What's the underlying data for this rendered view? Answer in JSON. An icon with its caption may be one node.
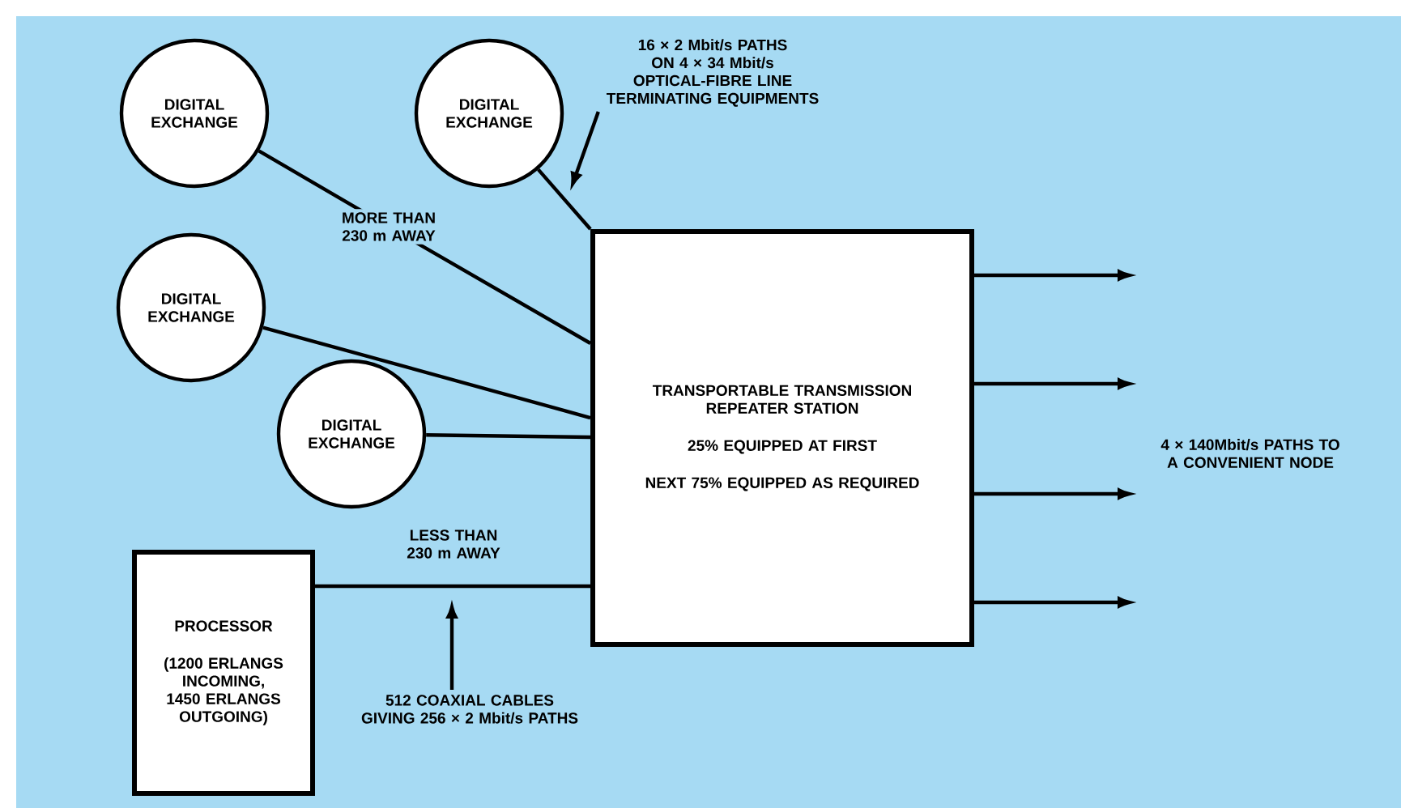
{
  "diagram": {
    "nodes": [
      {
        "text": [
          "DIGITAL EXCHANGE"
        ]
      },
      {
        "text": [
          "DIGITAL EXCHANGE"
        ]
      },
      {
        "text": [
          "DIGITAL EXCHANGE"
        ]
      },
      {
        "text": [
          "DIGITAL EXCHANGE"
        ]
      },
      {
        "text": [
          "TRANSPORTABLE TRANSMISSION REPEATER STATION",
          "25% EQUIPPED AT FIRST",
          "NEXT 75% EQUIPPED AS REQUIRED"
        ]
      },
      {
        "text": [
          "PROCESSOR",
          "(1200 ERLANGS INCOMING, 1450 ERLANGS OUTGOING)"
        ]
      },
      {
        "text": [
          "16 × 2 Mbit/s PATHS ON 4 × 34 Mbit/s OPTICAL-FIBRE LINE TERMINATING EQUIPMENTS"
        ]
      },
      {
        "text": [
          "512 COAXIAL CABLES GIVING 256 × 2 Mbit/s PATHS"
        ]
      }
    ],
    "edges": [
      {
        "from": 0,
        "to": 4,
        "arrow": "none",
        "label": "MORE THAN 230 m AWAY"
      },
      {
        "from": 1,
        "to": 4,
        "arrow": "none"
      },
      {
        "from": 2,
        "to": 4,
        "arrow": "none"
      },
      {
        "from": 3,
        "to": 4,
        "arrow": "none"
      },
      {
        "from": 5,
        "to": 4,
        "arrow": "none",
        "label": "LESS THAN 230 m AWAY"
      },
      {
        "from": 6,
        "to": null,
        "arrow": "to"
      },
      {
        "from": 7,
        "to": null,
        "arrow": "to"
      },
      {
        "from": 4,
        "to": null,
        "arrow": "to"
      },
      {
        "from": 4,
        "to": null,
        "arrow": "to"
      },
      {
        "from": 4,
        "to": null,
        "arrow": "to"
      },
      {
        "from": 4,
        "to": null,
        "arrow": "to"
      }
    ],
    "labels": [
      "4 × 140Mbit/s PATHS TO A CONVENIENT NODE"
    ]
  }
}
